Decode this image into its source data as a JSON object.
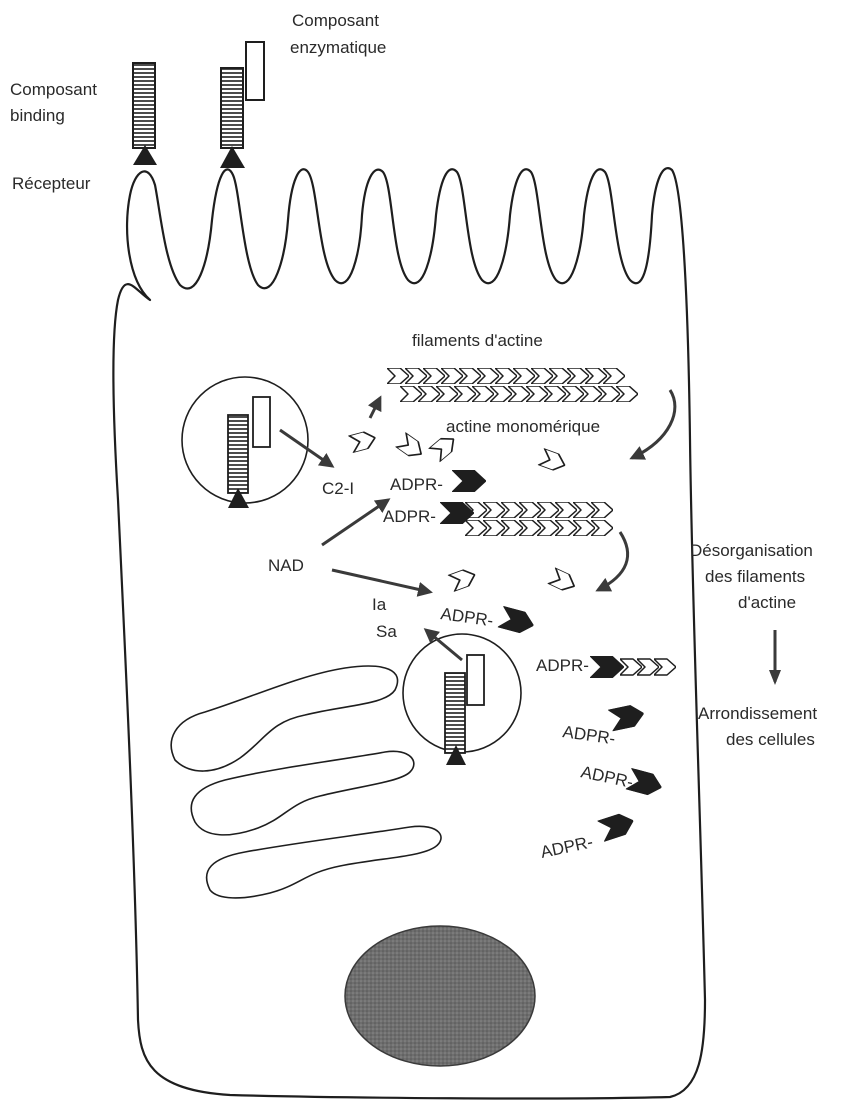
{
  "labels": {
    "enzymatic_component": [
      "Composant",
      "enzymatique"
    ],
    "binding_component": [
      "Composant",
      "binding"
    ],
    "receptor": "Récepteur",
    "actin_filaments": "filaments d'actine",
    "monomeric_actin": "actine monomérique",
    "c2i": "C2-I",
    "nad": "NAD",
    "iasa": [
      "Ia",
      "Sa"
    ],
    "adpr": "ADPR-",
    "disorganisation": [
      "Désorganisation",
      "des filaments",
      "d'actine"
    ],
    "rounding": [
      "Arrondissement",
      "des cellules"
    ]
  },
  "colors": {
    "ink": "#1e1e1e",
    "nucleus": "#707070",
    "background": "#ffffff"
  }
}
